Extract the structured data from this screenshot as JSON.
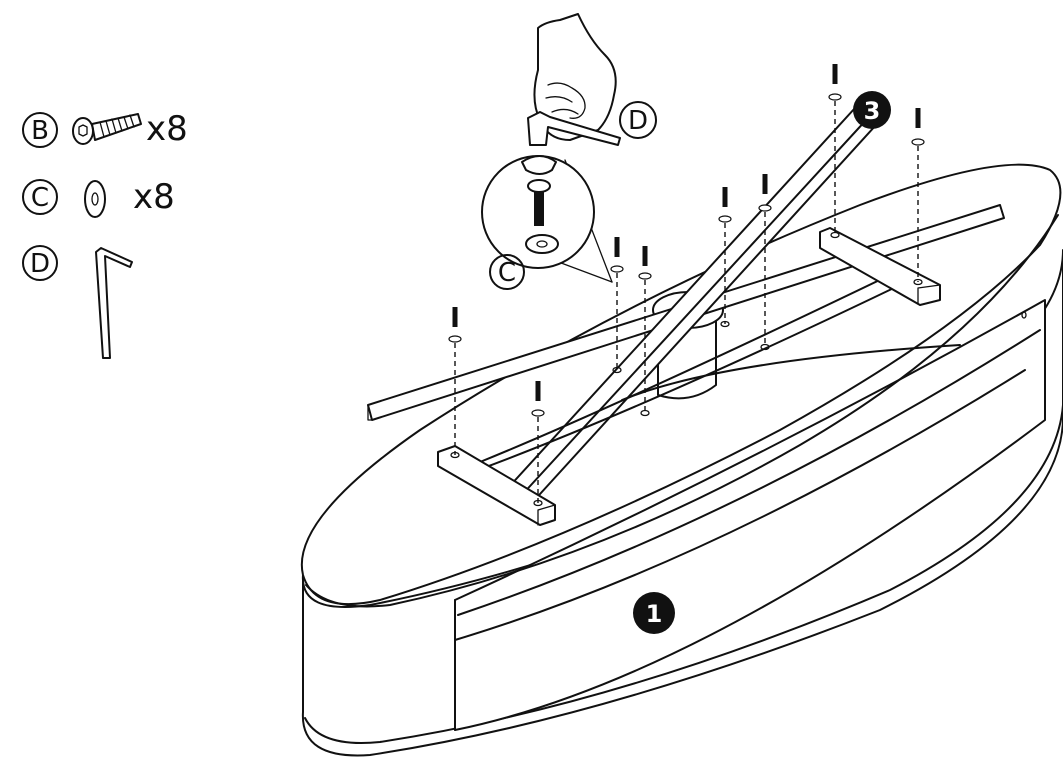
{
  "legend": {
    "items": [
      {
        "letter": "B",
        "part": "bolt",
        "quantity": "x8"
      },
      {
        "letter": "C",
        "part": "washer",
        "quantity": "x8"
      },
      {
        "letter": "D",
        "part": "allen-key",
        "quantity": ""
      }
    ]
  },
  "callouts": {
    "tool_label": "D",
    "washer_label": "C"
  },
  "parts": {
    "tabletop_number": "1",
    "frame_number": "3"
  },
  "fasteners": {
    "bolt_count": 8
  }
}
